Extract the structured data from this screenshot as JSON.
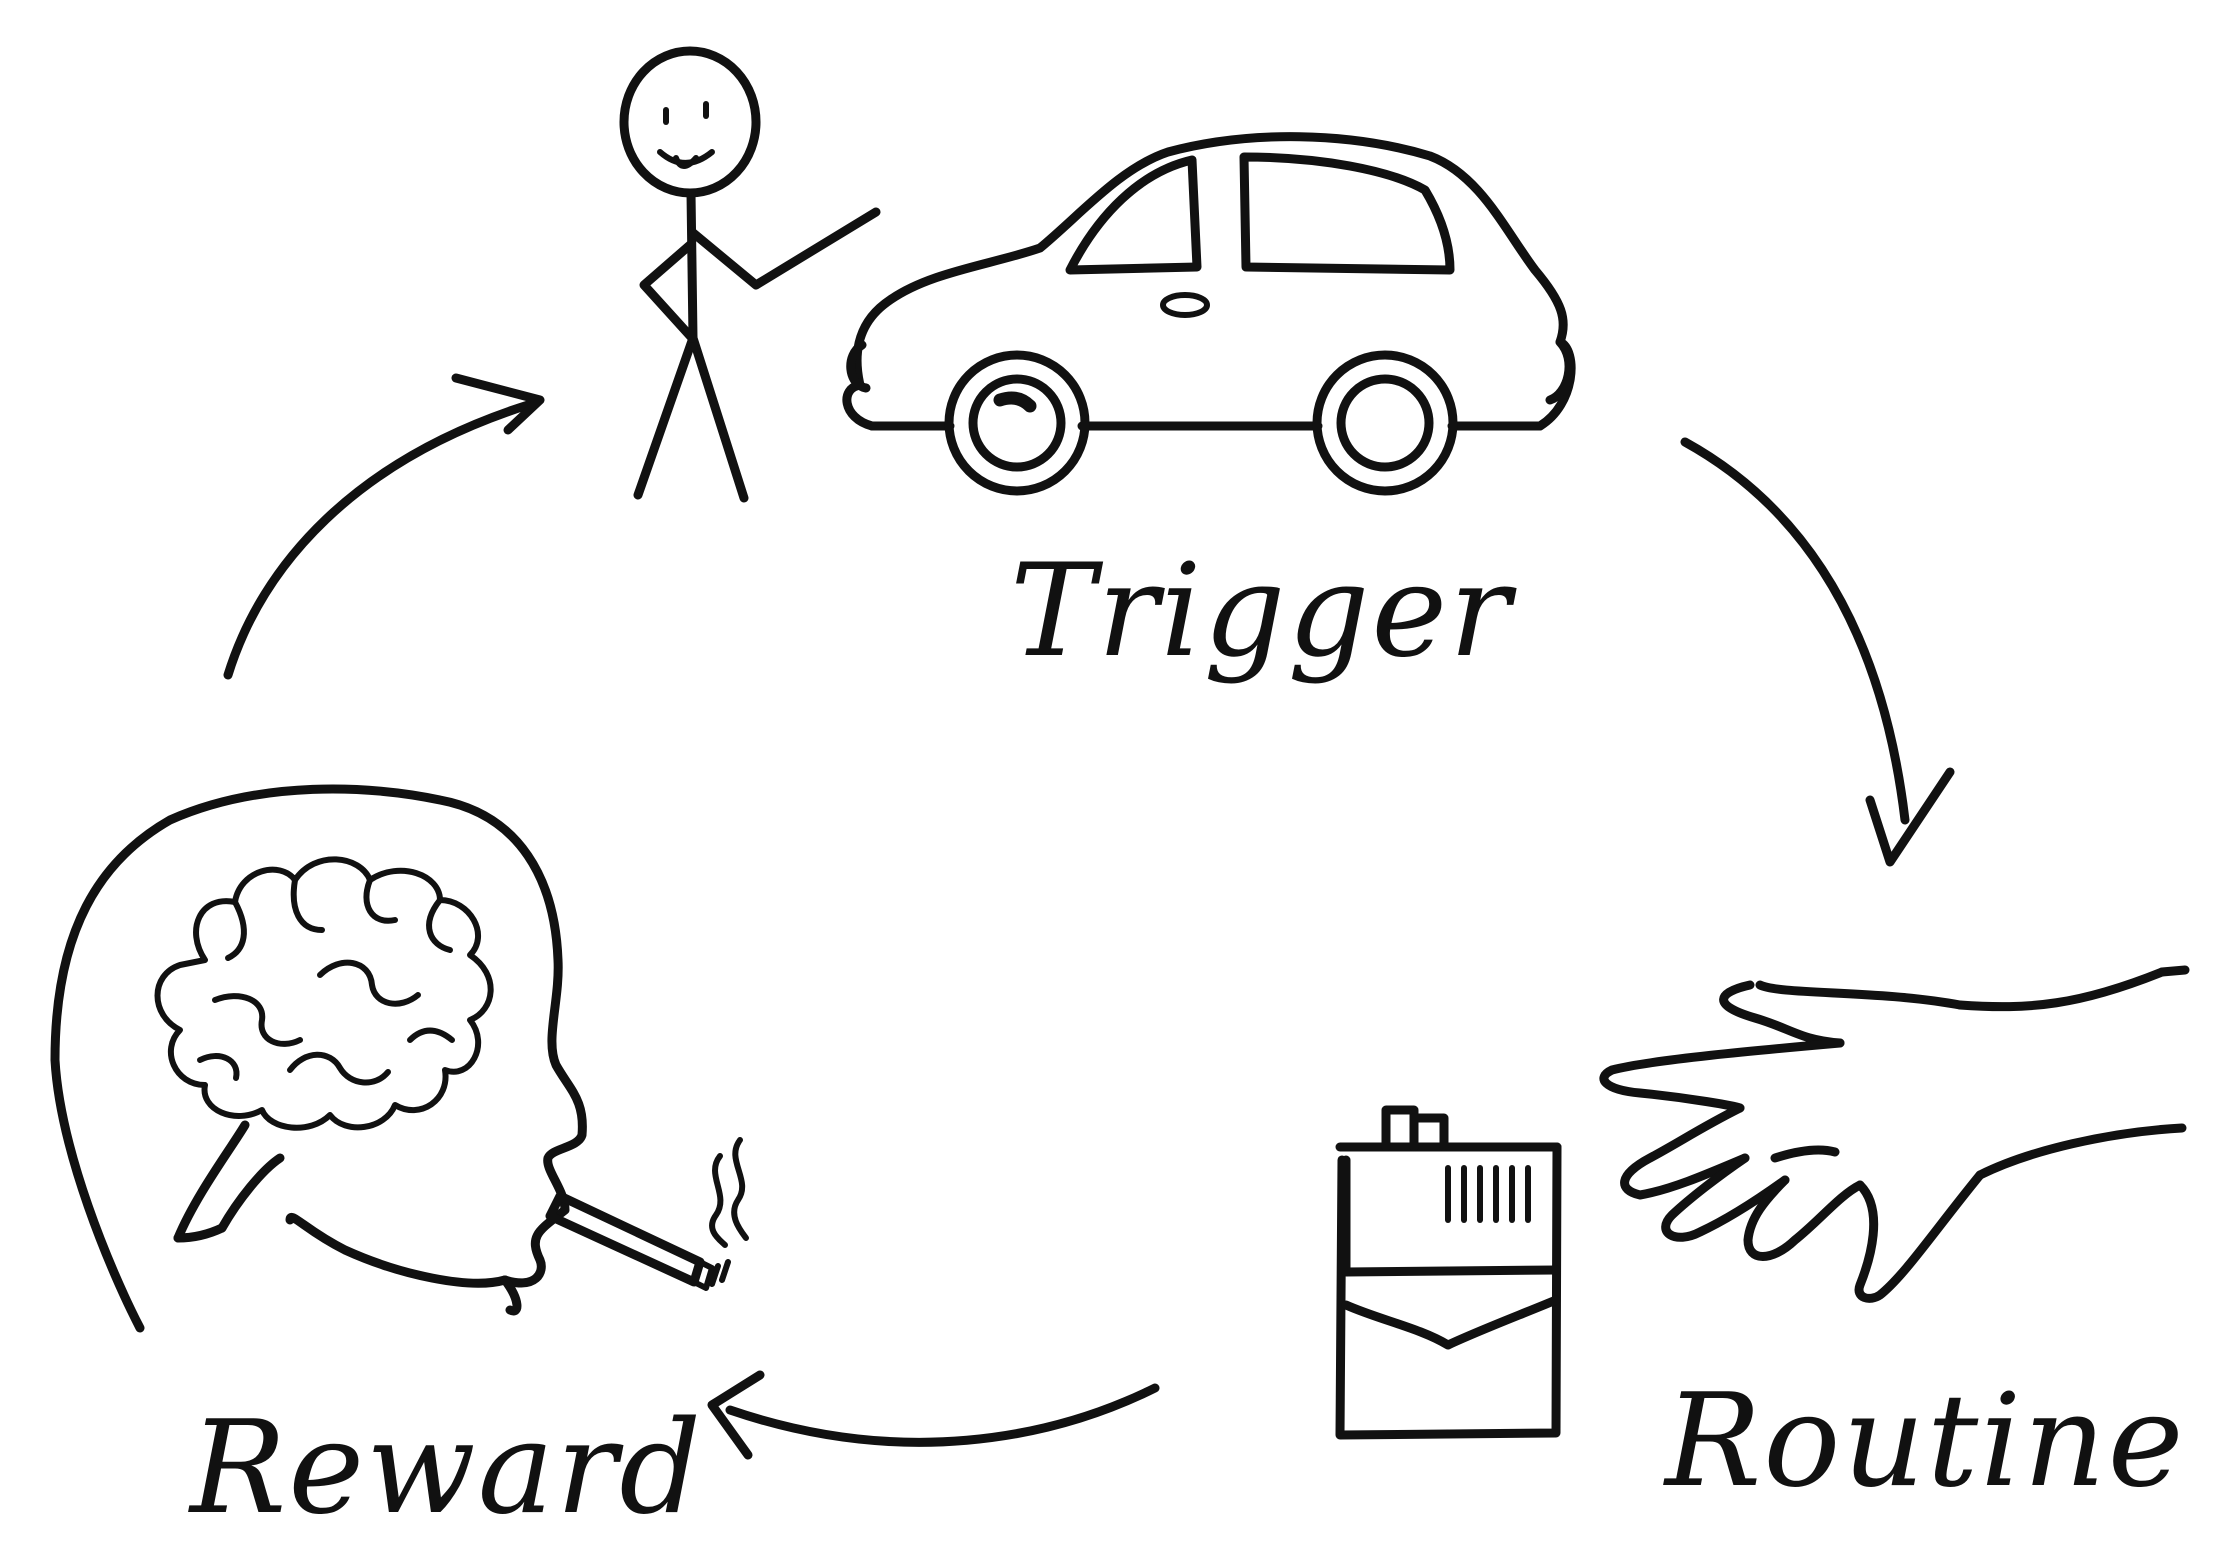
{
  "diagram": {
    "type": "habit-loop-cycle",
    "style": "hand-drawn-sketch",
    "ink_color": "#111111",
    "background_color": "#ffffff",
    "labels": {
      "trigger": "Trigger",
      "routine": "Routine",
      "reward": "Reward"
    },
    "illustrations": {
      "trigger": [
        "stick-figure-icon",
        "car-icon"
      ],
      "routine": [
        "hand-icon",
        "cigarette-pack-icon"
      ],
      "reward": [
        "head-with-brain-icon",
        "cigarette-icon"
      ]
    },
    "flow": [
      "trigger",
      "routine",
      "reward",
      "trigger"
    ]
  }
}
